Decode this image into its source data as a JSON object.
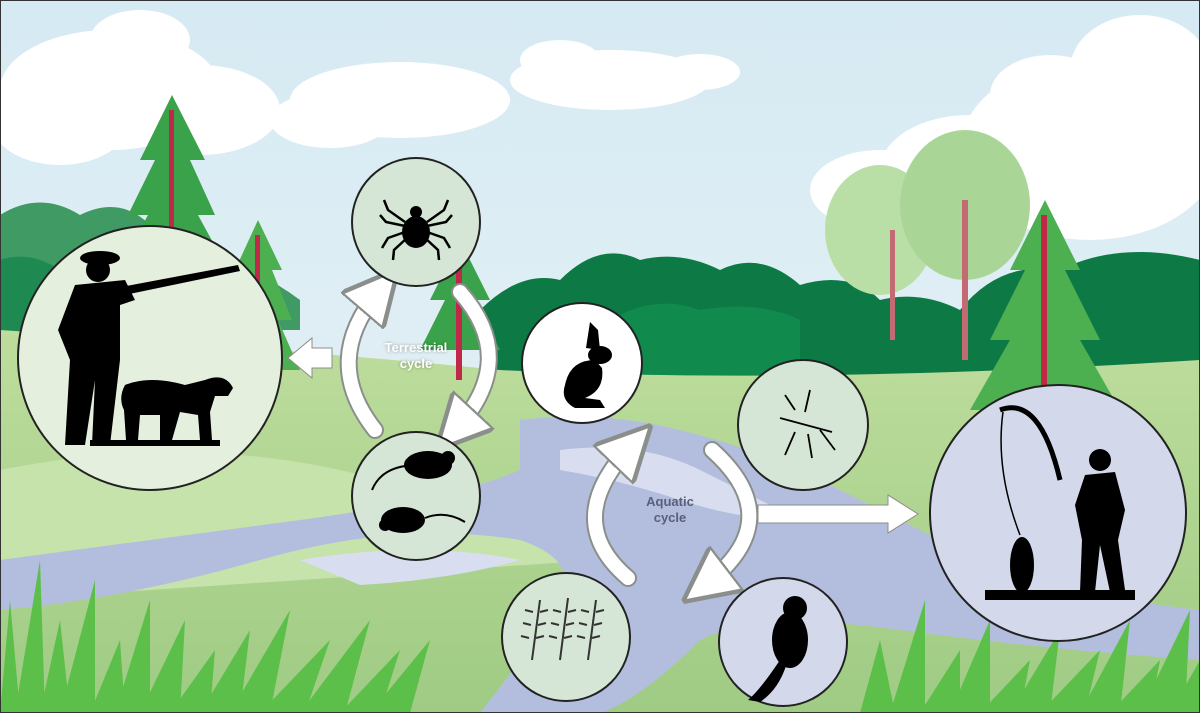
{
  "labels": {
    "terrestrial_line1": "Terrestrial",
    "terrestrial_line2": "cycle",
    "aquatic_line1": "Aquatic",
    "aquatic_line2": "cycle"
  },
  "nodes": [
    {
      "id": "hunter",
      "icon": "hunter-with-dog-icon"
    },
    {
      "id": "tick",
      "icon": "tick-icon"
    },
    {
      "id": "rodents",
      "icon": "rodents-icon"
    },
    {
      "id": "hare",
      "icon": "hare-icon"
    },
    {
      "id": "mosquito",
      "icon": "mosquito-icon"
    },
    {
      "id": "larvae",
      "icon": "larvae-icon"
    },
    {
      "id": "beaver",
      "icon": "beaver-icon"
    },
    {
      "id": "fisherman",
      "icon": "fisherman-icon"
    }
  ],
  "colors": {
    "sky": "#dcecf3",
    "meadow": "#a9d08e",
    "forest_dark": "#138049",
    "river": "#b3bedf",
    "circle_green": "#d6e6d6",
    "circle_blue": "#d3d8ea"
  }
}
